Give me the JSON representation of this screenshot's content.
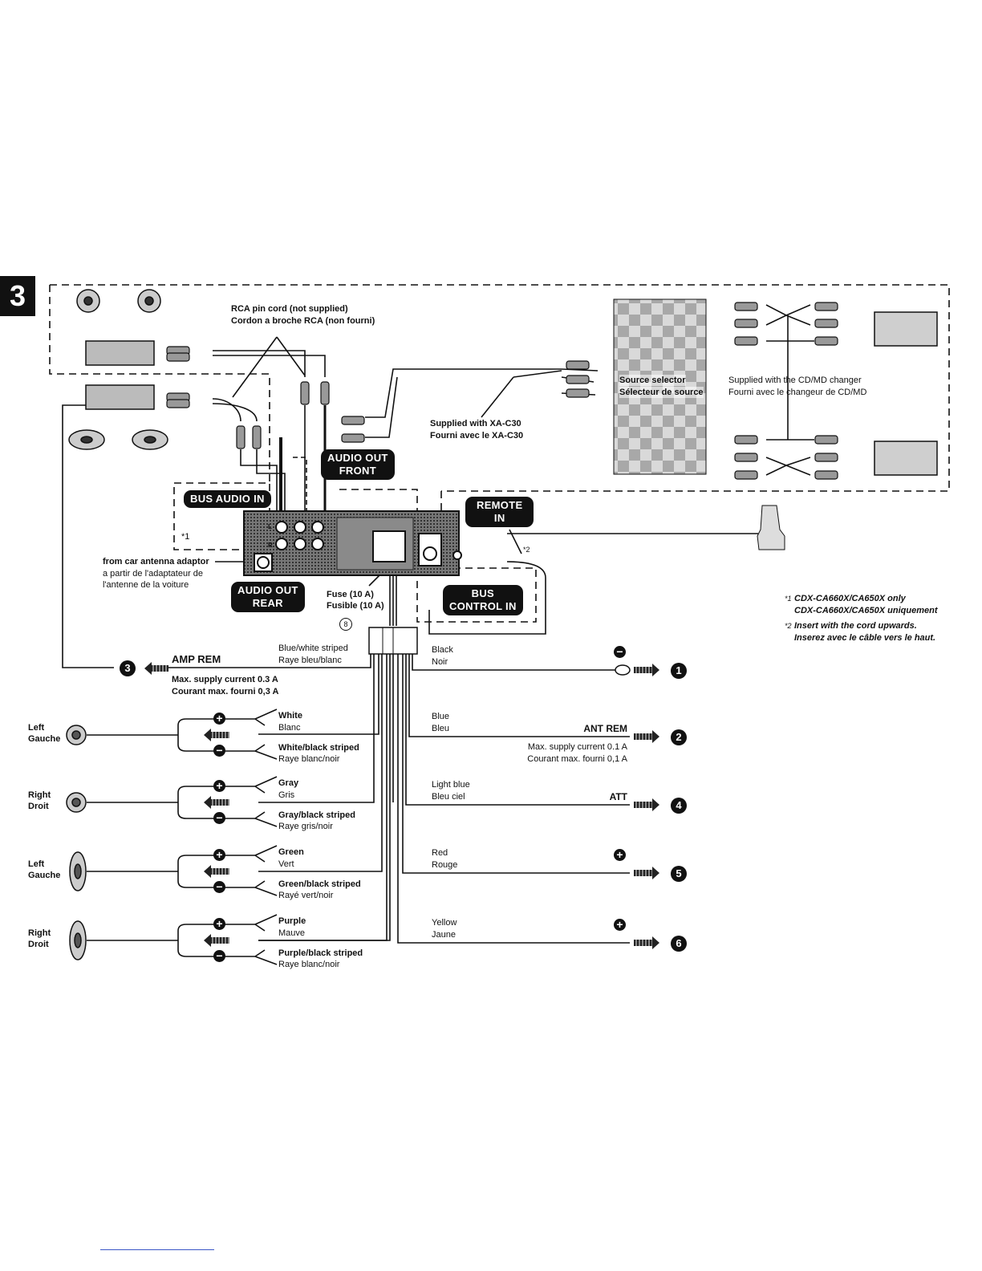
{
  "section_number": "3",
  "labels": {
    "rca_cord_en": "RCA pin cord (not supplied)",
    "rca_cord_fr": "Cordon a broche RCA (non fourni)",
    "supplied_xa_en": "Supplied with XA-C30",
    "supplied_xa_fr": "Fourni avec le XA-C30",
    "source_selector_en": "Source selector",
    "source_selector_fr": "Sélecteur de source",
    "supplied_changer_en": "Supplied with the CD/MD changer",
    "supplied_changer_fr": "Fourni avec le changeur de CD/MD",
    "audio_out_front_1": "AUDIO OUT",
    "audio_out_front_2": "FRONT",
    "bus_audio_in": "BUS AUDIO IN",
    "remote_in_1": "REMOTE",
    "remote_in_2": "IN",
    "star1": "*1",
    "star2": "*2",
    "audio_out_rear_1": "AUDIO OUT",
    "audio_out_rear_2": "REAR",
    "bus_control_in_1": "BUS",
    "bus_control_in_2": "CONTROL IN",
    "antenna_en": "from car antenna adaptor",
    "antenna_fr1": "a partir de l'adaptateur de",
    "antenna_fr2": "l'antenne de la voiture",
    "fuse_en": "Fuse (10 A)",
    "fuse_fr": "Fusible (10 A)",
    "connector_num": "8",
    "ch_L": "L",
    "ch_R": "R"
  },
  "notes": {
    "n1_marker": "*1",
    "n1_line1": "CDX-CA660X/CA650X only",
    "n1_line2": "CDX-CA660X/CA650X uniquement",
    "n2_marker": "*2",
    "n2_line1": "Insert with the cord upwards.",
    "n2_line2": "Inserez avec le câble vers le haut."
  },
  "amp_rem": {
    "number": "3",
    "title": "AMP REM",
    "wire_en": "Blue/white striped",
    "wire_fr": "Raye bleu/blanc",
    "supply_en": "Max. supply current 0.3 A",
    "supply_fr": "Courant max. fourni 0,3 A"
  },
  "speakers": [
    {
      "side_en": "Left",
      "side_fr": "Gauche",
      "plus_en": "White",
      "plus_fr": "Blanc",
      "minus_en": "White/black striped",
      "minus_fr": "Raye blanc/noir"
    },
    {
      "side_en": "Right",
      "side_fr": "Droit",
      "plus_en": "Gray",
      "plus_fr": "Gris",
      "minus_en": "Gray/black striped",
      "minus_fr": "Raye gris/noir"
    },
    {
      "side_en": "Left",
      "side_fr": "Gauche",
      "plus_en": "Green",
      "plus_fr": "Vert",
      "minus_en": "Green/black striped",
      "minus_fr": "Rayé vert/noir"
    },
    {
      "side_en": "Right",
      "side_fr": "Droit",
      "plus_en": "Purple",
      "plus_fr": "Mauve",
      "minus_en": "Purple/black striped",
      "minus_fr": "Raye blanc/noir"
    }
  ],
  "wires_right": [
    {
      "en": "Black",
      "fr": "Noir",
      "function": "",
      "sign": "−",
      "number": "1",
      "supply_en": "",
      "supply_fr": ""
    },
    {
      "en": "Blue",
      "fr": "Bleu",
      "function": "ANT REM",
      "sign": "",
      "number": "2",
      "supply_en": "Max. supply current 0.1 A",
      "supply_fr": "Courant max. fourni 0,1 A"
    },
    {
      "en": "Light blue",
      "fr": "Bleu ciel",
      "function": "ATT",
      "sign": "",
      "number": "4",
      "supply_en": "",
      "supply_fr": ""
    },
    {
      "en": "Red",
      "fr": "Rouge",
      "function": "",
      "sign": "+",
      "number": "5",
      "supply_en": "",
      "supply_fr": ""
    },
    {
      "en": "Yellow",
      "fr": "Jaune",
      "function": "",
      "sign": "+",
      "number": "6",
      "supply_en": "",
      "supply_fr": ""
    }
  ],
  "symbols": {
    "plus": "+",
    "minus": "−"
  }
}
